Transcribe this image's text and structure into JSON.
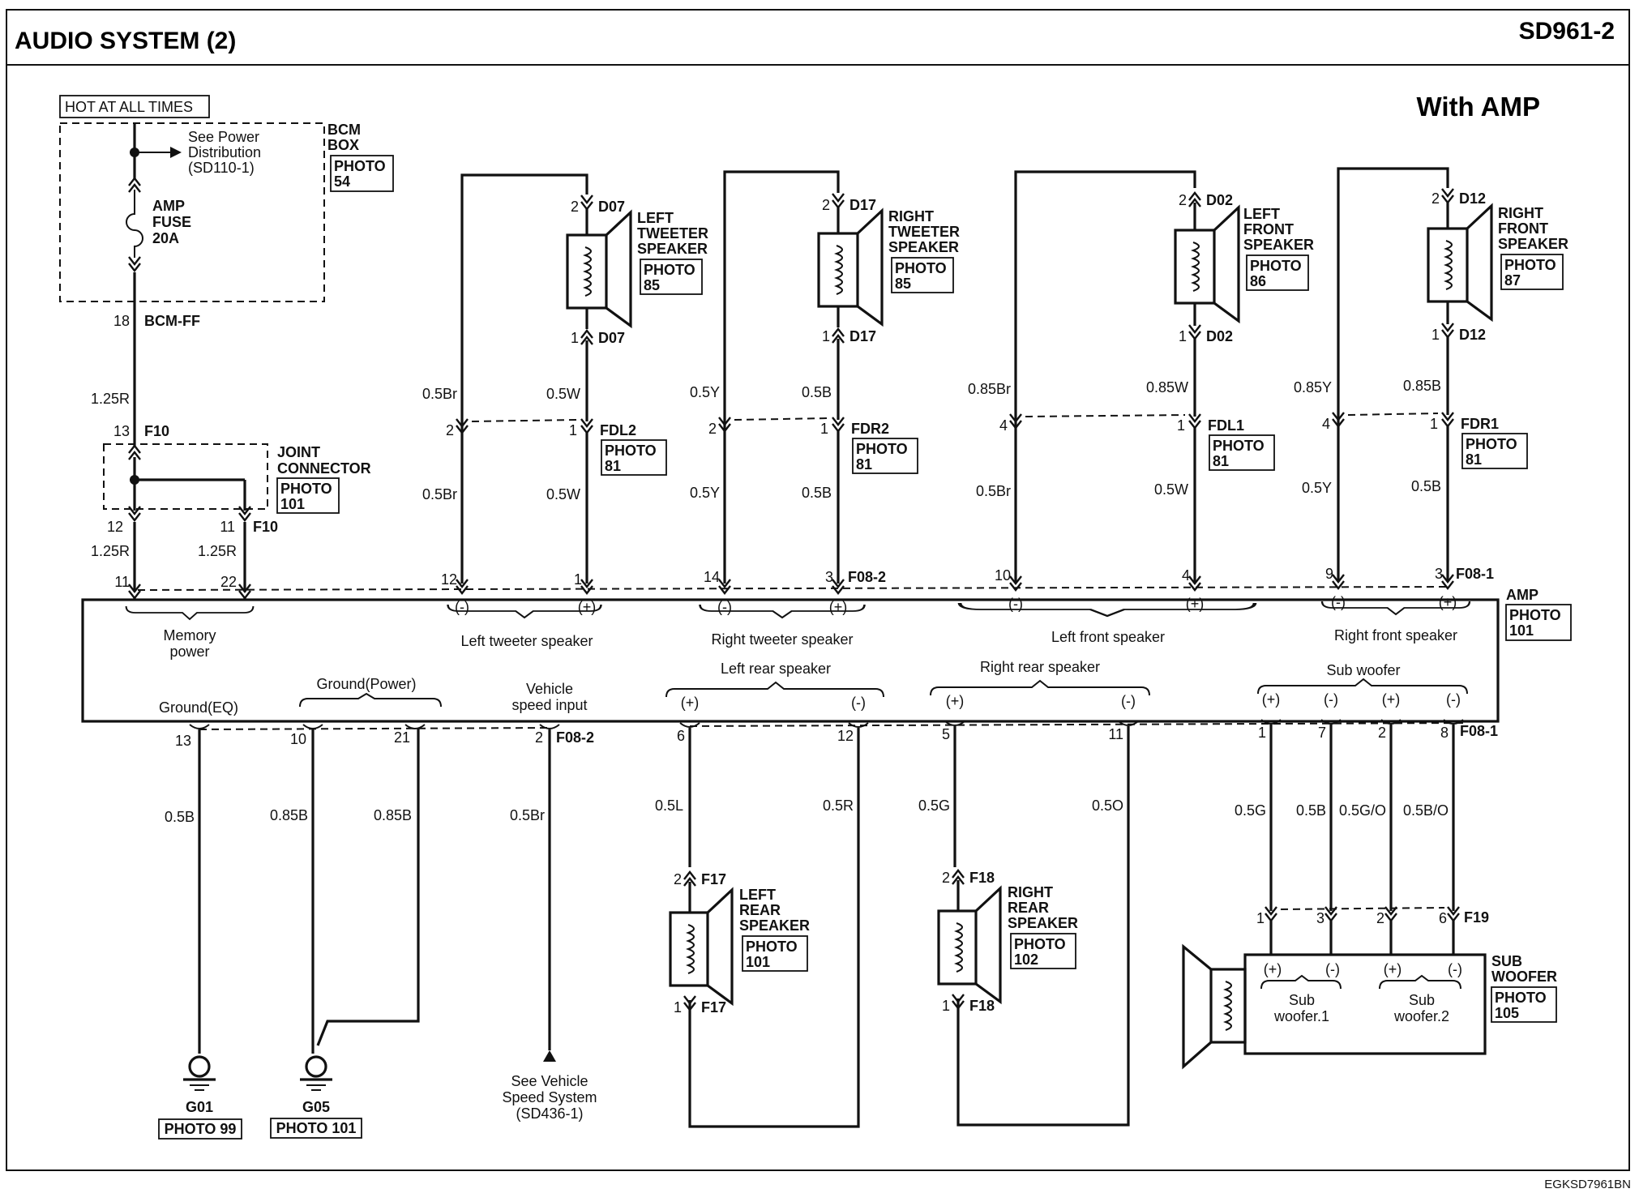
{
  "header": {
    "title": "AUDIO SYSTEM (2)",
    "code": "SD961-2",
    "variant": "With AMP",
    "footer_code": "EGKSD7961BN"
  },
  "power": {
    "hot": "HOT AT ALL TIMES",
    "bcm": [
      "BCM",
      "BOX"
    ],
    "bcm_photo": [
      "PHOTO",
      "54"
    ],
    "see_power": [
      "See Power",
      "Distribution",
      "(SD110-1)"
    ],
    "fuse": [
      "AMP",
      "FUSE",
      "20A"
    ],
    "pin18": "18",
    "bcm_ff": "BCM-FF",
    "w125r_a": "1.25R",
    "pin13": "13",
    "f10_a": "F10",
    "joint": [
      "JOINT",
      "CONNECTOR"
    ],
    "joint_photo": [
      "PHOTO",
      "101"
    ],
    "pin12": "12",
    "pin11": "11",
    "f10_b": "F10",
    "w125r_b": "1.25R",
    "w125r_c": "1.25R",
    "amp_pin11": "11",
    "amp_pin22": "22"
  },
  "speakers": {
    "lt": {
      "name": [
        "LEFT",
        "TWEETER",
        "SPEAKER"
      ],
      "photo": [
        "PHOTO",
        "85"
      ],
      "pin_top": "2",
      "pin_bot": "1",
      "conn": "D07",
      "conn2": "D07",
      "w_left": "0.5Br",
      "w_right": "0.5W",
      "w_left2": "0.5Br",
      "w_right2": "0.5W",
      "jpin_l": "2",
      "jpin_r": "1",
      "jconn": "FDL2",
      "jphoto": [
        "PHOTO",
        "81"
      ],
      "apin_l": "12",
      "apin_r": "1",
      "minus": "(-)",
      "plus": "(+)",
      "label": "Left tweeter speaker"
    },
    "rt": {
      "name": [
        "RIGHT",
        "TWEETER",
        "SPEAKER"
      ],
      "photo": [
        "PHOTO",
        "85"
      ],
      "pin_top": "2",
      "pin_bot": "1",
      "conn": "D17",
      "conn2": "D17",
      "w_left": "0.5Y",
      "w_right": "0.5B",
      "w_left2": "0.5Y",
      "w_right2": "0.5B",
      "jpin_l": "2",
      "jpin_r": "1",
      "jconn": "FDR2",
      "jphoto": [
        "PHOTO",
        "81"
      ],
      "apin_l": "14",
      "apin_r": "3",
      "aconn": "F08-2",
      "minus": "(-)",
      "plus": "(+)",
      "label": "Right tweeter speaker"
    },
    "lf": {
      "name": [
        "LEFT",
        "FRONT",
        "SPEAKER"
      ],
      "photo": [
        "PHOTO",
        "86"
      ],
      "pin_top": "2",
      "pin_bot": "1",
      "conn": "D02",
      "conn2": "D02",
      "w_left": "0.85Br",
      "w_right": "0.85W",
      "w_left2": "0.5Br",
      "w_right2": "0.5W",
      "jpin_l": "4",
      "jpin_r": "1",
      "jconn": "FDL1",
      "jphoto": [
        "PHOTO",
        "81"
      ],
      "apin_l": "10",
      "apin_r": "4",
      "minus": "(-)",
      "plus": "(+)",
      "label": "Left front speaker"
    },
    "rf": {
      "name": [
        "RIGHT",
        "FRONT",
        "SPEAKER"
      ],
      "photo": [
        "PHOTO",
        "87"
      ],
      "pin_top": "2",
      "pin_bot": "1",
      "conn": "D12",
      "conn2": "D12",
      "w_left": "0.85Y",
      "w_right": "0.85B",
      "w_left2": "0.5Y",
      "w_right2": "0.5B",
      "jpin_l": "4",
      "jpin_r": "1",
      "jconn": "FDR1",
      "jphoto": [
        "PHOTO",
        "81"
      ],
      "apin_l": "9",
      "apin_r": "3",
      "aconn": "F08-1",
      "minus": "(-)",
      "plus": "(+)",
      "label": "Right front speaker"
    }
  },
  "amp": {
    "title": "AMP",
    "photo": [
      "PHOTO",
      "101"
    ],
    "memory": [
      "Memory",
      "power"
    ],
    "ground_eq": "Ground(EQ)",
    "ground_power": "Ground(Power)",
    "vsi": [
      "Vehicle",
      "speed input"
    ],
    "left_rear": "Left rear speaker",
    "right_rear": "Right rear speaker",
    "sub_woofer": "Sub woofer",
    "plus": "(+)",
    "minus": "(-)",
    "bpins": {
      "p13": "13",
      "p10": "10",
      "p21": "21",
      "p2": "2",
      "f08_2": "F08-2",
      "p6": "6",
      "p12": "12",
      "p5": "5",
      "p11": "11",
      "p1": "1",
      "p7": "7",
      "p2b": "2",
      "p8": "8",
      "f08_1": "F08-1"
    }
  },
  "ground": {
    "w_g01": "0.5B",
    "w_g05a": "0.85B",
    "w_g05b": "0.85B",
    "g01": "G01",
    "g01_photo": "PHOTO 99",
    "g05": "G05",
    "g05_photo": "PHOTO 101"
  },
  "vss": {
    "wire": "0.5Br",
    "see": [
      "See Vehicle",
      "Speed System",
      "(SD436-1)"
    ]
  },
  "rear": {
    "l": {
      "w_a": "0.5L",
      "w_b": "0.5R",
      "pin_top": "2",
      "pin_bot": "1",
      "conn": "F17",
      "conn2": "F17",
      "name": [
        "LEFT",
        "REAR",
        "SPEAKER"
      ],
      "photo": [
        "PHOTO",
        "101"
      ]
    },
    "r": {
      "w_a": "0.5G",
      "w_b": "0.5O",
      "pin_top": "2",
      "pin_bot": "1",
      "conn": "F18",
      "conn2": "F18",
      "name": [
        "RIGHT",
        "REAR",
        "SPEAKER"
      ],
      "photo": [
        "PHOTO",
        "102"
      ]
    }
  },
  "sub": {
    "w1": "0.5G",
    "w2": "0.5B",
    "w3": "0.5G/O",
    "w4": "0.5B/O",
    "pins": [
      "1",
      "3",
      "2",
      "6"
    ],
    "conn": "F19",
    "name": [
      "SUB",
      "WOOFER"
    ],
    "photo": [
      "PHOTO",
      "105"
    ],
    "plus": "(+)",
    "minus": "(-)",
    "sw1": [
      "Sub",
      "woofer.1"
    ],
    "sw2": [
      "Sub",
      "woofer.2"
    ]
  }
}
